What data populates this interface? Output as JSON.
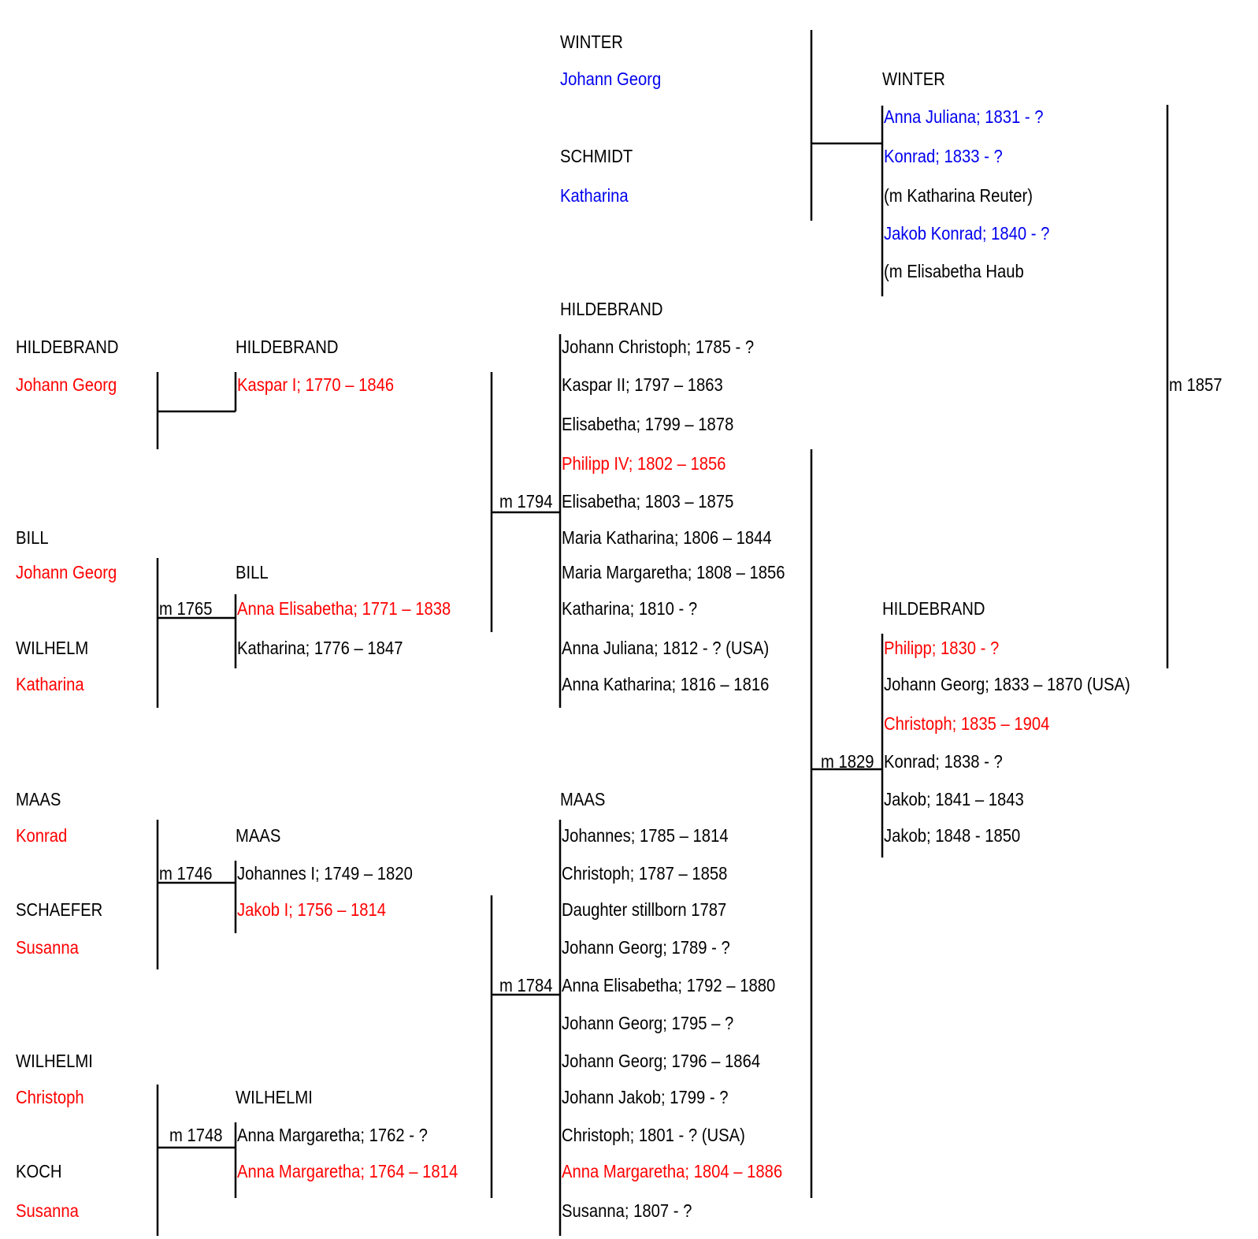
{
  "colors": {
    "black": "#000000",
    "red": "#ff0000",
    "blue": "#0000ee"
  },
  "labels": [
    {
      "name": "winter-surname",
      "text": "WINTER",
      "color": "black"
    },
    {
      "name": "winter-given",
      "text": "Johann Georg",
      "color": "blue"
    },
    {
      "name": "schmidt-surname",
      "text": "SCHMIDT",
      "color": "black"
    },
    {
      "name": "schmidt-given",
      "text": "Katharina",
      "color": "blue"
    },
    {
      "name": "winter-children-surname",
      "text": "WINTER",
      "color": "black"
    },
    {
      "name": "winter-child-anna-juliana",
      "text": "Anna Juliana; 1831 - ?",
      "color": "blue"
    },
    {
      "name": "winter-child-konrad",
      "text": "Konrad; 1833 - ?",
      "color": "blue"
    },
    {
      "name": "winter-child-konrad-spouse",
      "text": "(m Katharina Reuter)",
      "color": "black"
    },
    {
      "name": "winter-child-jakob-konrad",
      "text": "Jakob Konrad; 1840 - ?",
      "color": "blue"
    },
    {
      "name": "winter-child-jakob-konrad-spouse",
      "text": "(m Elisabetha Haub",
      "color": "black"
    },
    {
      "name": "marriage-1857",
      "text": "m 1857",
      "color": "black"
    },
    {
      "name": "hildebrand-children-surname",
      "text": "HILDEBRAND",
      "color": "black"
    },
    {
      "name": "hildebrand-child-1",
      "text": "Johann Christoph; 1785 - ?",
      "color": "black"
    },
    {
      "name": "hildebrand-child-2",
      "text": "Kaspar II; 1797 – 1863",
      "color": "black"
    },
    {
      "name": "hildebrand-child-3",
      "text": "Elisabetha; 1799 – 1878",
      "color": "black"
    },
    {
      "name": "hildebrand-child-4",
      "text": "Philipp IV; 1802 – 1856",
      "color": "red"
    },
    {
      "name": "hildebrand-child-5",
      "text": "Elisabetha; 1803 – 1875",
      "color": "black"
    },
    {
      "name": "hildebrand-child-6",
      "text": "Maria Katharina; 1806 – 1844",
      "color": "black"
    },
    {
      "name": "hildebrand-child-7",
      "text": "Maria Margaretha; 1808 – 1856",
      "color": "black"
    },
    {
      "name": "hildebrand-child-8",
      "text": "Katharina; 1810 - ?",
      "color": "black"
    },
    {
      "name": "hildebrand-child-9",
      "text": "Anna Juliana; 1812 - ? (USA)",
      "color": "black"
    },
    {
      "name": "hildebrand-child-10",
      "text": "Anna Katharina; 1816 – 1816",
      "color": "black"
    },
    {
      "name": "marriage-1794",
      "text": "m 1794",
      "color": "black"
    },
    {
      "name": "gg-hildebrand-surname",
      "text": "HILDEBRAND",
      "color": "black"
    },
    {
      "name": "gg-hildebrand-given",
      "text": "Johann Georg",
      "color": "red"
    },
    {
      "name": "hildebrand-parent-surname",
      "text": "HILDEBRAND",
      "color": "black"
    },
    {
      "name": "hildebrand-parent-kaspar",
      "text": "Kaspar I; 1770 – 1846",
      "color": "red"
    },
    {
      "name": "gg-bill-surname",
      "text": "BILL",
      "color": "black"
    },
    {
      "name": "gg-bill-given",
      "text": "Johann Georg",
      "color": "red"
    },
    {
      "name": "marriage-1765",
      "text": "m 1765",
      "color": "black"
    },
    {
      "name": "gg-wilhelm-surname",
      "text": "WILHELM",
      "color": "black"
    },
    {
      "name": "gg-wilhelm-given",
      "text": "Katharina",
      "color": "red"
    },
    {
      "name": "bill-children-surname",
      "text": "BILL",
      "color": "black"
    },
    {
      "name": "bill-child-anna-elisabetha",
      "text": "Anna Elisabetha; 1771 – 1838",
      "color": "red"
    },
    {
      "name": "bill-child-katharina",
      "text": "Katharina; 1776 – 1847",
      "color": "black"
    },
    {
      "name": "hildebrand-grandchildren-surname",
      "text": "HILDEBRAND",
      "color": "black"
    },
    {
      "name": "hildebrand-grandchild-1",
      "text": "Philipp; 1830 - ?",
      "color": "red"
    },
    {
      "name": "hildebrand-grandchild-2",
      "text": "Johann Georg; 1833 – 1870 (USA)",
      "color": "black"
    },
    {
      "name": "hildebrand-grandchild-3",
      "text": "Christoph; 1835 – 1904",
      "color": "red"
    },
    {
      "name": "hildebrand-grandchild-4",
      "text": "Konrad; 1838 - ?",
      "color": "black"
    },
    {
      "name": "hildebrand-grandchild-5",
      "text": "Jakob; 1841 – 1843",
      "color": "black"
    },
    {
      "name": "hildebrand-grandchild-6",
      "text": "Jakob; 1848 - 1850",
      "color": "black"
    },
    {
      "name": "marriage-1829",
      "text": "m 1829",
      "color": "black"
    },
    {
      "name": "gg-maas-surname",
      "text": "MAAS",
      "color": "black"
    },
    {
      "name": "gg-maas-given",
      "text": "Konrad",
      "color": "red"
    },
    {
      "name": "marriage-1746",
      "text": "m 1746",
      "color": "black"
    },
    {
      "name": "gg-schaefer-surname",
      "text": "SCHAEFER",
      "color": "black"
    },
    {
      "name": "gg-schaefer-given",
      "text": "Susanna",
      "color": "red"
    },
    {
      "name": "maas-parent-surname",
      "text": "MAAS",
      "color": "black"
    },
    {
      "name": "maas-parent-johannes",
      "text": "Johannes I; 1749 – 1820",
      "color": "black"
    },
    {
      "name": "maas-parent-jakob",
      "text": "Jakob I; 1756 – 1814",
      "color": "red"
    },
    {
      "name": "maas-children-surname",
      "text": "MAAS",
      "color": "black"
    },
    {
      "name": "maas-child-1",
      "text": "Johannes; 1785 – 1814",
      "color": "black"
    },
    {
      "name": "maas-child-2",
      "text": "Christoph; 1787 – 1858",
      "color": "black"
    },
    {
      "name": "maas-child-3",
      "text": "Daughter stillborn 1787",
      "color": "black"
    },
    {
      "name": "maas-child-4",
      "text": "Johann Georg; 1789 - ?",
      "color": "black"
    },
    {
      "name": "maas-child-5",
      "text": "Anna Elisabetha; 1792 – 1880",
      "color": "black"
    },
    {
      "name": "maas-child-6",
      "text": "Johann Georg; 1795 – ?",
      "color": "black"
    },
    {
      "name": "maas-child-7",
      "text": "Johann Georg; 1796 – 1864",
      "color": "black"
    },
    {
      "name": "maas-child-8",
      "text": "Johann Jakob; 1799 - ?",
      "color": "black"
    },
    {
      "name": "maas-child-9",
      "text": "Christoph; 1801 - ? (USA)",
      "color": "black"
    },
    {
      "name": "maas-child-10",
      "text": "Anna Margaretha; 1804 – 1886",
      "color": "red"
    },
    {
      "name": "maas-child-11",
      "text": "Susanna; 1807 - ?",
      "color": "black"
    },
    {
      "name": "marriage-1784",
      "text": "m 1784",
      "color": "black"
    },
    {
      "name": "gg-wilhelmi-surname",
      "text": "WILHELMI",
      "color": "black"
    },
    {
      "name": "gg-wilhelmi-given",
      "text": "Christoph",
      "color": "red"
    },
    {
      "name": "marriage-1748",
      "text": "m 1748",
      "color": "black"
    },
    {
      "name": "gg-koch-surname",
      "text": "KOCH",
      "color": "black"
    },
    {
      "name": "gg-koch-given",
      "text": "Susanna",
      "color": "red"
    },
    {
      "name": "wilhelmi-children-surname",
      "text": "WILHELMI",
      "color": "black"
    },
    {
      "name": "wilhelmi-child-1",
      "text": "Anna Margaretha; 1762 - ?",
      "color": "black"
    },
    {
      "name": "wilhelmi-child-2",
      "text": "Anna Margaretha; 1764 – 1814",
      "color": "red"
    }
  ]
}
